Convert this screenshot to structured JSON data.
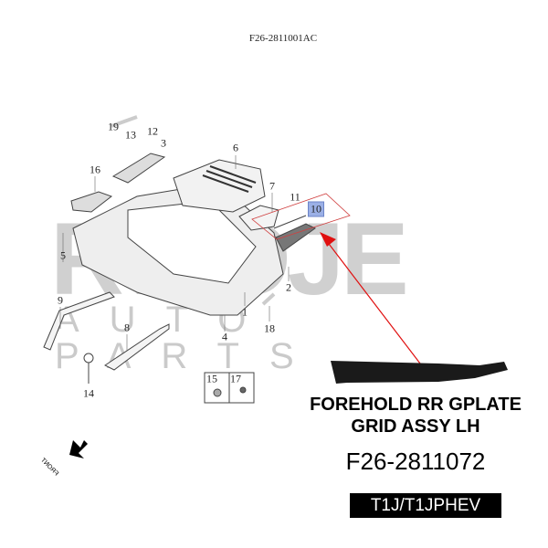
{
  "diagram_title": "F26-2811001AC",
  "watermark": {
    "brand": "RWOJE",
    "sub": "AUTO PARTS"
  },
  "callouts": [
    "19",
    "13",
    "12",
    "3",
    "6",
    "16",
    "7",
    "11",
    "10",
    "5",
    "2",
    "9",
    "1",
    "8",
    "18",
    "4",
    "14",
    "15",
    "17"
  ],
  "highlighted_callout": "10",
  "front_label": "FRONT",
  "part": {
    "name_line1": "FOREHOLD RR GPLATE",
    "name_line2": "GRID ASSY LH",
    "number": "F26-2811072",
    "model": "T1J/T1JPHEV"
  },
  "colors": {
    "highlight": "#9bb0e6",
    "arrow": "#e01010",
    "model_bg": "#000000"
  }
}
